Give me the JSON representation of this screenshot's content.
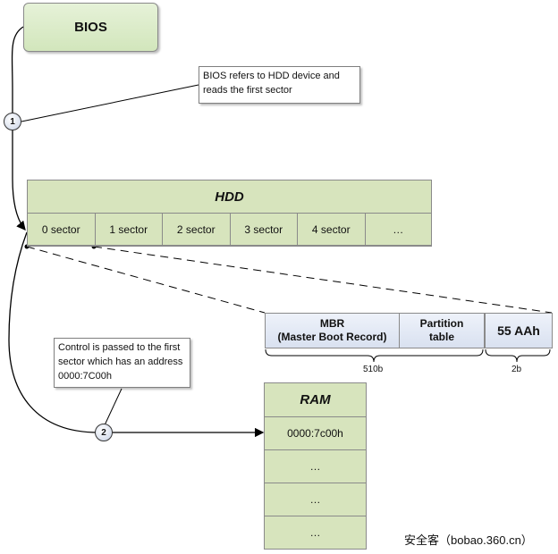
{
  "bios": {
    "label": "BIOS"
  },
  "notes": {
    "step1": "BIOS refers to HDD device and reads the first sector",
    "step2": "Control is passed to the first sector which has an address 0000:7C00h"
  },
  "steps": [
    "1",
    "2"
  ],
  "hdd": {
    "title": "HDD",
    "sectors": [
      "0 sector",
      "1 sector",
      "2 sector",
      "3 sector",
      "4 sector",
      "…"
    ]
  },
  "mbr_layout": {
    "mbr_line1": "MBR",
    "mbr_line2": "(Master Boot Record)",
    "partition_line1": "Partition",
    "partition_line2": "table",
    "signature": "55 AAh",
    "size_main": "510b",
    "size_signature": "2b"
  },
  "ram": {
    "title": "RAM",
    "cells": [
      "0000:7c00h",
      "…",
      "…",
      "…"
    ]
  },
  "watermark": "安全客（bobao.360.cn）",
  "colors": {
    "green_fill": "#d7e4bd",
    "blue_fill": "#dce6f2",
    "stroke": "#8a8a8a"
  }
}
